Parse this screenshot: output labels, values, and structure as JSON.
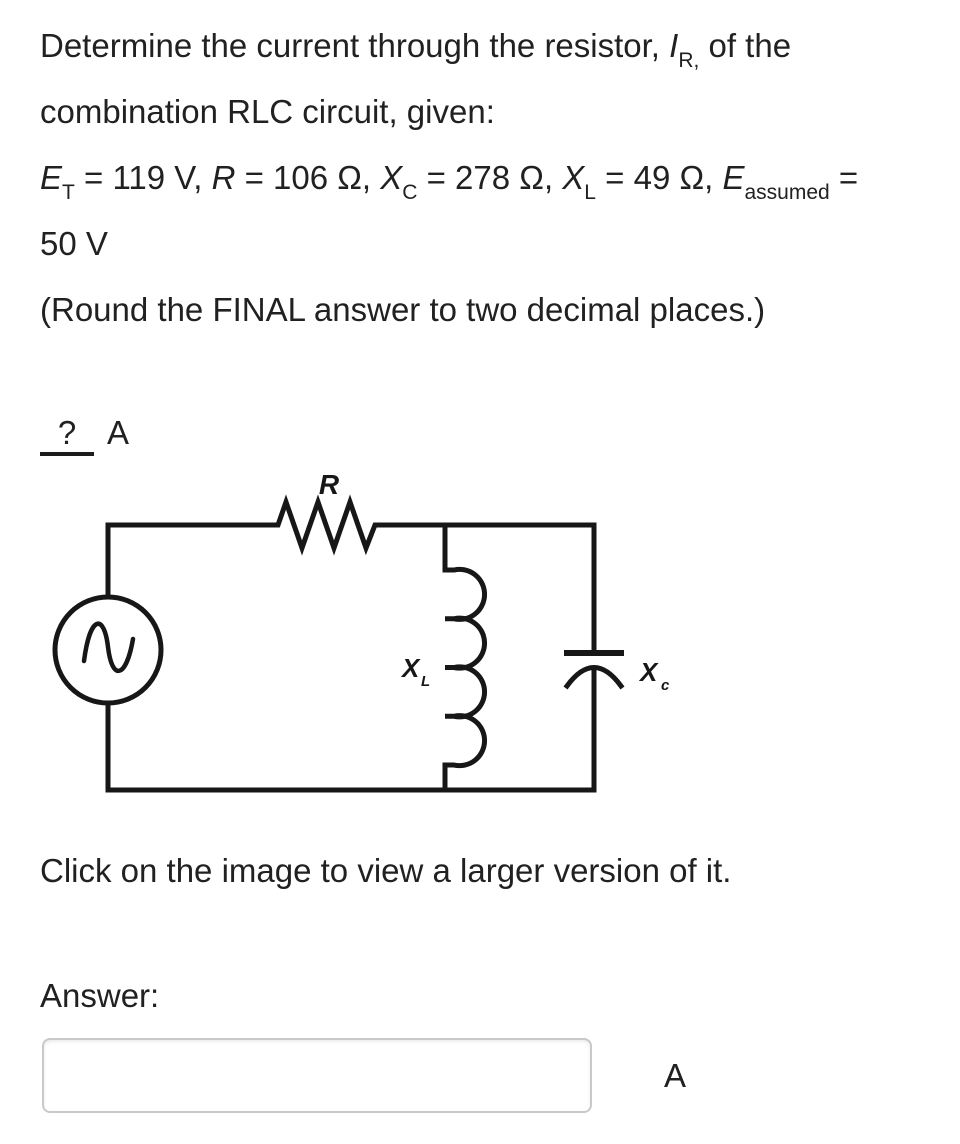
{
  "question": {
    "line1_pre": "Determine the current through the resistor, ",
    "line1_var": "I",
    "line1_var_sub": "R,",
    "line1_post": " of the",
    "line2": "combination RLC circuit, given:"
  },
  "given": {
    "e_var": "E",
    "e_sub": "T",
    "e_rest": " = 119 V, ",
    "r_var": "R",
    "r_rest": " = 106 Ω, ",
    "xc_var": "X",
    "xc_sub": "C",
    "xc_rest": " = 278 Ω, ",
    "xl_var": "X",
    "xl_sub": "L",
    "xl_rest": " = 49 Ω, ",
    "ea_var": "E",
    "ea_sub": "assumed",
    "ea_rest": " =",
    "line2": "50 V"
  },
  "rounding_note": "(Round the FINAL answer to two decimal places.)",
  "blank": {
    "placeholder": "?",
    "unit": "A"
  },
  "circuit": {
    "resistor_label": "R",
    "inductor_label": "X",
    "inductor_sub": "L",
    "capacitor_label": "X",
    "capacitor_sub": "c"
  },
  "image_note": "Click on the image to view a larger version of it.",
  "answer": {
    "label": "Answer:",
    "value": "",
    "unit": "A"
  },
  "colors": {
    "text": "#212121",
    "circuit_stroke": "#171717",
    "input_border": "#c9c9c9",
    "background": "#ffffff"
  }
}
